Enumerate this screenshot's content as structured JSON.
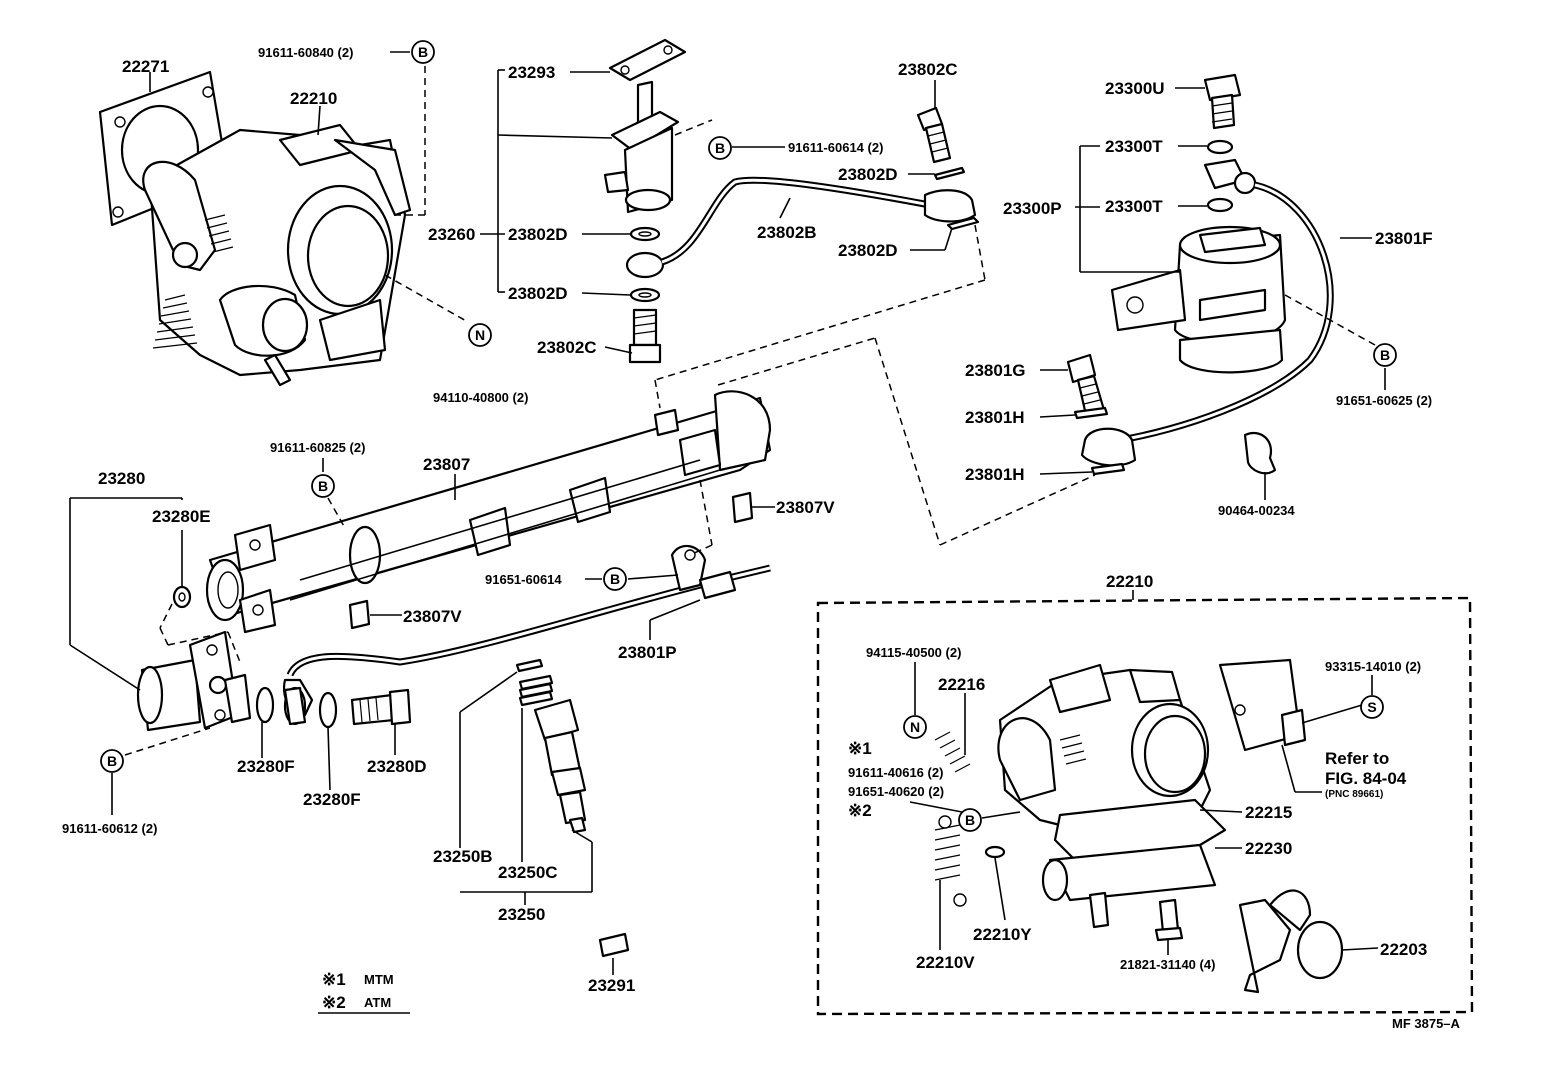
{
  "labels": {
    "p22271": "22271",
    "p91611_60840": "91611-60840 (2)",
    "p22210_top": "22210",
    "p94110_40800": "94110-40800 (2)",
    "p23293": "23293",
    "p91611_60614": "91611-60614 (2)",
    "p23260": "23260",
    "p23802D_a": "23802D",
    "p23802D_b": "23802D",
    "p23802C_bot": "23802C",
    "p23802C_top": "23802C",
    "p23802D_c": "23802D",
    "p23802B": "23802B",
    "p23802D_d": "23802D",
    "p23300U": "23300U",
    "p23300T_a": "23300T",
    "p23300P": "23300P",
    "p23300T_b": "23300T",
    "p23801F": "23801F",
    "p23801G": "23801G",
    "p23801H_a": "23801H",
    "p23801H_b": "23801H",
    "p91651_60625": "91651-60625 (2)",
    "p90464_00234": "90464-00234",
    "p91611_60825": "91611-60825 (2)",
    "p23807": "23807",
    "p23280": "23280",
    "p23280E": "23280E",
    "p23807V_a": "23807V",
    "p23807V_b": "23807V",
    "p91651_60614": "91651-60614",
    "p23801P": "23801P",
    "p23280F_a": "23280F",
    "p23280F_b": "23280F",
    "p23280D": "23280D",
    "p91611_60612": "91611-60612 (2)",
    "p23250B": "23250B",
    "p23250C": "23250C",
    "p23250": "23250",
    "p23291": "23291",
    "p22210_box": "22210",
    "p94115_40500": "94115-40500 (2)",
    "p22216": "22216",
    "p93315_14010": "93315-14010 (2)",
    "mark1": "※1",
    "p91611_40616": "91611-40616 (2)",
    "p91651_40620": "91651-40620 (2)",
    "mark2": "※2",
    "p22215": "22215",
    "p22230": "22230",
    "p22210V": "22210V",
    "p22210Y": "22210Y",
    "p21821_31140": "21821-31140 (4)",
    "p22203": "22203",
    "refer_line1": "Refer to",
    "refer_line2": "FIG. 84-04",
    "refer_line3": "(PNC 89661)"
  },
  "callouts": {
    "B1": "B",
    "B2": "B",
    "B3": "B",
    "B4": "B",
    "B5": "B",
    "B6": "B",
    "B7": "B",
    "N1": "N",
    "N2": "N",
    "S1": "S"
  },
  "legend": {
    "mark1": "※1",
    "text1": "MTM",
    "mark2": "※2",
    "text2": "ATM"
  },
  "figure_code": "MF 3875–A"
}
